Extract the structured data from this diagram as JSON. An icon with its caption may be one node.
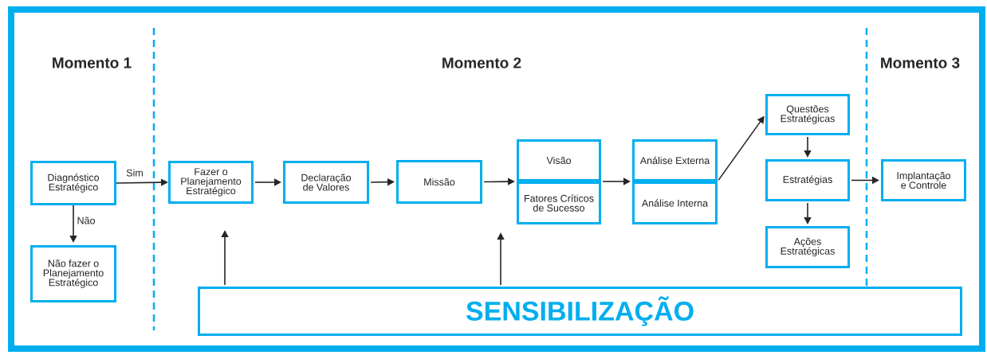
{
  "diagram": {
    "nodes": [
      {
        "text": [
          "Diagnóstico Estratégico"
        ]
      },
      {
        "text": [
          "Não fazer o Planejamento Estratégico"
        ]
      },
      {
        "text": [
          "Fazer o Planejamento Estratégico"
        ]
      },
      {
        "text": [
          "Declaração de Valores"
        ]
      },
      {
        "text": [
          "Missão"
        ]
      },
      {
        "text": [
          "Visão"
        ]
      },
      {
        "text": [
          "Fatores Críticos de Sucesso"
        ]
      },
      {
        "text": [
          "Análise Externa"
        ]
      },
      {
        "text": [
          "Análise Interna"
        ]
      },
      {
        "text": [
          "Questões Estratégicas"
        ]
      },
      {
        "text": [
          "Estratégias"
        ]
      },
      {
        "text": [
          "Ações Estratégicas"
        ]
      },
      {
        "text": [
          "Implantação e Controle"
        ]
      },
      {
        "text": [
          "SENSIBILIZAÇÃO"
        ]
      }
    ],
    "edges": [
      {
        "from": 0,
        "to": 2,
        "arrow": "to",
        "label": "Sim"
      },
      {
        "from": 0,
        "to": 1,
        "arrow": "to",
        "label": "Não"
      },
      {
        "from": 2,
        "to": 3,
        "arrow": "to"
      },
      {
        "from": 3,
        "to": 4,
        "arrow": "to"
      },
      {
        "from": 4,
        "to": 5,
        "arrow": "to"
      },
      {
        "from": 5,
        "to": 7,
        "arrow": "to"
      },
      {
        "from": 7,
        "to": 9,
        "arrow": "to"
      },
      {
        "from": 9,
        "to": 10,
        "arrow": "to"
      },
      {
        "from": 10,
        "to": 11,
        "arrow": "to"
      },
      {
        "from": 10,
        "to": 12,
        "arrow": "to"
      },
      {
        "from": 13,
        "to": 2,
        "arrow": "to"
      },
      {
        "from": 13,
        "to": 6,
        "arrow": "to"
      }
    ],
    "labels": [
      "Momento 1",
      "Momento 2",
      "Momento 3"
    ]
  }
}
